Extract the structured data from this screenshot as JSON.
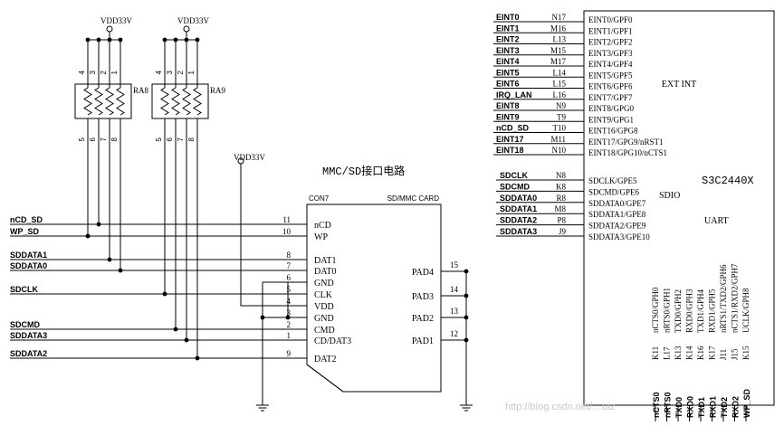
{
  "vdd_label": "VDD33V",
  "resistor_arrays": [
    {
      "name": "RA8",
      "top_pins": [
        "4",
        "3",
        "2",
        "1"
      ],
      "bottom_pins": [
        "5",
        "6",
        "7",
        "8"
      ]
    },
    {
      "name": "RA9",
      "top_pins": [
        "4",
        "3",
        "2",
        "1"
      ],
      "bottom_pins": [
        "5",
        "6",
        "7",
        "8"
      ]
    }
  ],
  "card": {
    "title": "MMC/SD接口电路",
    "left_label": "CON7",
    "right_label": "SD/MMC CARD",
    "left_pins": [
      {
        "signal": "nCD_SD",
        "num": "11",
        "name": "nCD"
      },
      {
        "signal": "WP_SD",
        "num": "10",
        "name": "WP"
      },
      {
        "signal": "SDDATA1",
        "num": "8",
        "name": "DAT1"
      },
      {
        "signal": "SDDATA0",
        "num": "7",
        "name": "DAT0"
      },
      {
        "signal": "",
        "num": "6",
        "name": "GND"
      },
      {
        "signal": "SDCLK",
        "num": "5",
        "name": "CLK"
      },
      {
        "signal": "",
        "num": "4",
        "name": "VDD"
      },
      {
        "signal": "",
        "num": "3",
        "name": "GND"
      },
      {
        "signal": "SDCMD",
        "num": "2",
        "name": "CMD"
      },
      {
        "signal": "SDDATA3",
        "num": "1",
        "name": "CD/DAT3"
      },
      {
        "signal": "SDDATA2",
        "num": "9",
        "name": "DAT2"
      }
    ],
    "right_pins": [
      {
        "num": "15",
        "name": "PAD4"
      },
      {
        "num": "14",
        "name": "PAD3"
      },
      {
        "num": "13",
        "name": "PAD2"
      },
      {
        "num": "12",
        "name": "PAD1"
      }
    ]
  },
  "chip": {
    "name": "S3C2440X",
    "ext_int_label": "EXT INT",
    "sdio_label": "SDIO",
    "uart_label": "UART",
    "ext_int": [
      {
        "signal": "EINT0",
        "ball": "N17",
        "func": "EINT0/GPF0"
      },
      {
        "signal": "EINT1",
        "ball": "M16",
        "func": "EINT1/GPF1"
      },
      {
        "signal": "EINT2",
        "ball": "L13",
        "func": "EINT2/GPF2"
      },
      {
        "signal": "EINT3",
        "ball": "M15",
        "func": "EINT3/GPF3"
      },
      {
        "signal": "EINT4",
        "ball": "M17",
        "func": "EINT4/GPF4"
      },
      {
        "signal": "EINT5",
        "ball": "L14",
        "func": "EINT5/GPF5"
      },
      {
        "signal": "EINT6",
        "ball": "L15",
        "func": "EINT6/GPF6"
      },
      {
        "signal": "IRQ_LAN",
        "ball": "L16",
        "func": "EINT7/GPF7"
      },
      {
        "signal": "EINT8",
        "ball": "N9",
        "func": "EINT8/GPG0"
      },
      {
        "signal": "EINT9",
        "ball": "T9",
        "func": "EINT9/GPG1"
      },
      {
        "signal": "nCD_SD",
        "ball": "T10",
        "func": "EINT16/GPG8"
      },
      {
        "signal": "EINT17",
        "ball": "M11",
        "func": "EINT17/GPG9/nRST1"
      },
      {
        "signal": "EINT18",
        "ball": "N10",
        "func": "EINT18/GPG10/nCTS1"
      }
    ],
    "sdio": [
      {
        "signal": "SDCLK",
        "ball": "N8",
        "func": "SDCLK/GPE5"
      },
      {
        "signal": "SDCMD",
        "ball": "K8",
        "func": "SDCMD/GPE6"
      },
      {
        "signal": "SDDATA0",
        "ball": "R8",
        "func": "SDDATA0/GPE7"
      },
      {
        "signal": "SDDATA1",
        "ball": "M8",
        "func": "SDDATA1/GPE8"
      },
      {
        "signal": "SDDATA2",
        "ball": "P8",
        "func": "SDDATA2/GPE9"
      },
      {
        "signal": "SDDATA3",
        "ball": "J9",
        "func": "SDDATA3/GPE10"
      }
    ],
    "uart": [
      {
        "func": "nCTS0/GPH0",
        "ball": "K11",
        "signal": "nCTS0"
      },
      {
        "func": "nRTS0/GPH1",
        "ball": "L17",
        "signal": "nRTS0"
      },
      {
        "func": "TXD0/GPH2",
        "ball": "K13",
        "signal": "TXD0"
      },
      {
        "func": "RXD0/GPH3",
        "ball": "K14",
        "signal": "RXD0"
      },
      {
        "func": "TXD1/GPH4",
        "ball": "K16",
        "signal": "TXD1"
      },
      {
        "func": "RXD1/GPH5",
        "ball": "K17",
        "signal": "RXD1"
      },
      {
        "func": "nRTS1/TXD2/GPH6",
        "ball": "J11",
        "signal": "TXD2"
      },
      {
        "func": "nCTS1/RXD2/GPH7",
        "ball": "J15",
        "signal": "RXD2"
      },
      {
        "func": "UCLK/GPH8",
        "ball": "K15",
        "signal": "WP_SD"
      }
    ]
  },
  "watermark": "http://blog.csdn.net/…utz"
}
